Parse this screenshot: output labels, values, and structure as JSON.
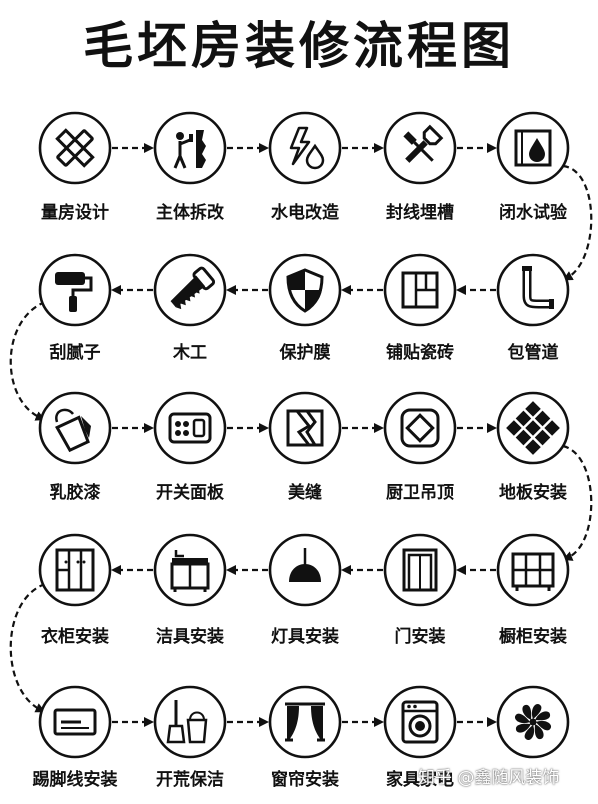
{
  "title": "毛坯房装修流程图",
  "rows": [
    {
      "direction": "ltr",
      "steps": [
        {
          "label": "量房设计",
          "icon": "ruler-pencil-icon"
        },
        {
          "label": "主体拆改",
          "icon": "worker-hammer-wall-icon"
        },
        {
          "label": "水电改造",
          "icon": "lightning-water-drop-icon"
        },
        {
          "label": "封线埋槽",
          "icon": "wrench-screwdriver-icon"
        },
        {
          "label": "闭水试验",
          "icon": "water-drop-box-icon"
        }
      ]
    },
    {
      "direction": "rtl",
      "steps": [
        {
          "label": "刮腻子",
          "icon": "paint-roller-icon"
        },
        {
          "label": "木工",
          "icon": "hand-saw-icon"
        },
        {
          "label": "保护膜",
          "icon": "shield-icon"
        },
        {
          "label": "铺贴瓷砖",
          "icon": "tile-layout-icon"
        },
        {
          "label": "包管道",
          "icon": "pipe-icon"
        }
      ]
    },
    {
      "direction": "ltr",
      "steps": [
        {
          "label": "乳胶漆",
          "icon": "paint-bucket-icon"
        },
        {
          "label": "开关面板",
          "icon": "switch-panel-icon"
        },
        {
          "label": "美缝",
          "icon": "tile-seam-icon"
        },
        {
          "label": "厨卫吊顶",
          "icon": "ceiling-diamond-icon"
        },
        {
          "label": "地板安装",
          "icon": "floor-tiles-icon"
        }
      ]
    },
    {
      "direction": "rtl",
      "steps": [
        {
          "label": "衣柜安装",
          "icon": "wardrobe-icon"
        },
        {
          "label": "洁具安装",
          "icon": "vanity-sink-icon"
        },
        {
          "label": "灯具安装",
          "icon": "pendant-lamp-icon"
        },
        {
          "label": "门安装",
          "icon": "door-icon"
        },
        {
          "label": "橱柜安装",
          "icon": "cabinet-icon"
        }
      ]
    },
    {
      "direction": "ltr",
      "steps": [
        {
          "label": "踢脚线安装",
          "icon": "skirting-board-icon"
        },
        {
          "label": "开荒保洁",
          "icon": "broom-bucket-icon"
        },
        {
          "label": "窗帘安装",
          "icon": "curtain-icon"
        },
        {
          "label": "家具家电",
          "icon": "washing-machine-icon"
        },
        {
          "label": "",
          "icon": "fan-icon"
        }
      ]
    }
  ],
  "watermark": "知乎 @鑫随风装饰"
}
